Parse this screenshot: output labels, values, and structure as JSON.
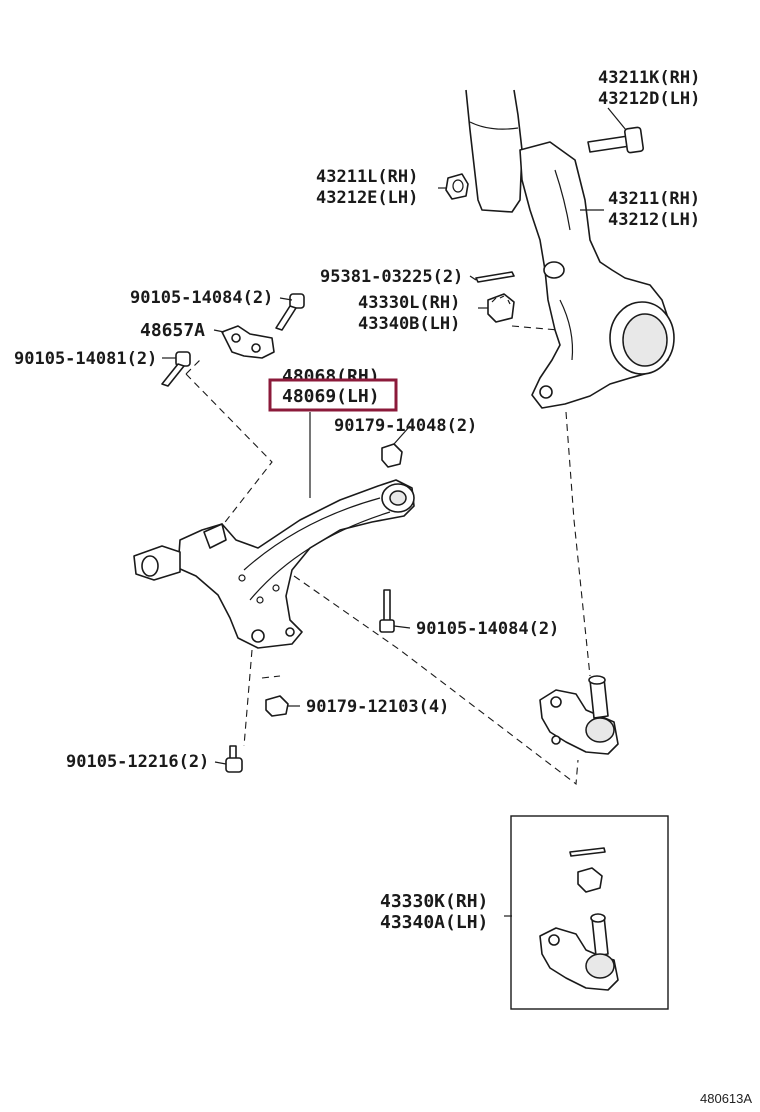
{
  "callouts": {
    "knuckle_bolt": [
      "43211K(RH)",
      "43212D(LH)"
    ],
    "knuckle_nut": [
      "43211L(RH)",
      "43212E(LH)"
    ],
    "knuckle": [
      "43211(RH)",
      "43212(LH)"
    ],
    "cotter_pin": "95381-03225(2)",
    "lower_ball_joint_nut": [
      "43330L(RH)",
      "43340B(LH)"
    ],
    "bracket_bolt_upper": "90105-14084(2)",
    "bracket": "48657A",
    "bracket_bolt_lower": "90105-14081(2)",
    "lower_arm_rh": "48068(RH)",
    "lower_arm_lh": "48069(LH)",
    "arm_nut_upper": "90179-14048(2)",
    "arm_bolt_rear": "90105-14084(2)",
    "arm_nut_lower": "90179-12103(4)",
    "arm_bolt_front": "90105-12216(2)",
    "ball_joint_assy": [
      "43330K(RH)",
      "43340A(LH)"
    ]
  },
  "highlight_color": "#8b1a3a",
  "figure_id": "480613A"
}
